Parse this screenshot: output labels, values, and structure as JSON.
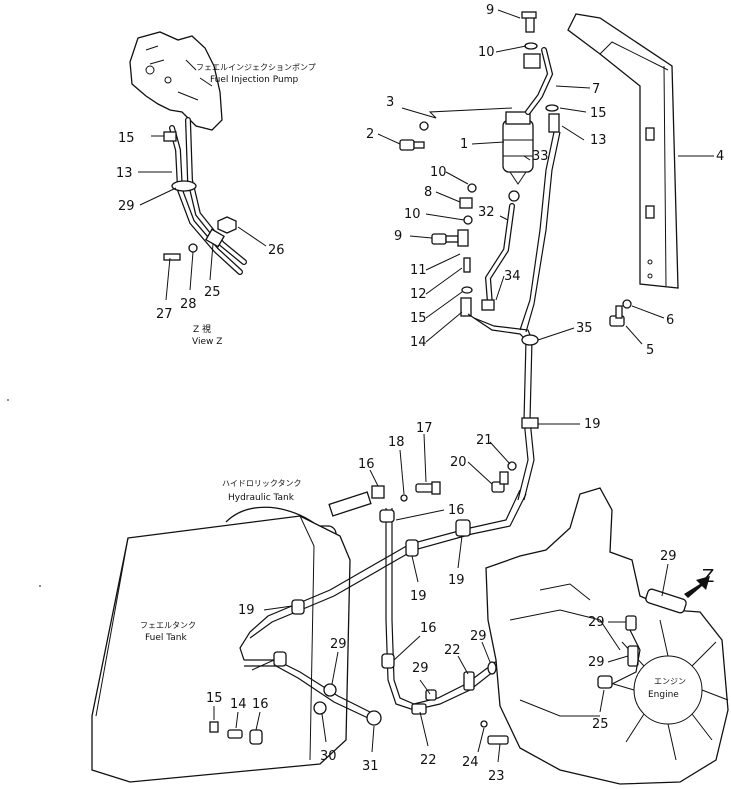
{
  "captions": {
    "fuel_injection_pump_jp": "フェエルインジェクションポンプ",
    "fuel_injection_pump_en": "Fuel Injection Pump",
    "view_z_jp": "Z 視",
    "view_z_en": "View Z",
    "hydraulic_tank_jp": "ハイドロリックタンク",
    "hydraulic_tank_en": "Hydraulic Tank",
    "fuel_tank_jp": "フェエルタンク",
    "fuel_tank_en": "Fuel Tank",
    "engine_jp": "エンジン",
    "engine_en": "Engine",
    "z_marker": "Z"
  },
  "callouts": {
    "c1": "1",
    "c2": "2",
    "c3": "3",
    "c4": "4",
    "c5": "5",
    "c6": "6",
    "c7": "7",
    "c8": "8",
    "c9a": "9",
    "c9b": "9",
    "c10a": "10",
    "c10b": "10",
    "c10c": "10",
    "c11": "11",
    "c12": "12",
    "c13a": "13",
    "c13b": "13",
    "c14a": "14",
    "c14b": "14",
    "c15a": "15",
    "c15b": "15",
    "c15c": "15",
    "c15d": "15",
    "c16a": "16",
    "c16b": "16",
    "c16c": "16",
    "c16d": "16",
    "c17": "17",
    "c18": "18",
    "c19a": "19",
    "c19b": "19",
    "c19c": "19",
    "c19d": "19",
    "c20": "20",
    "c21": "21",
    "c22a": "22",
    "c22b": "22",
    "c23": "23",
    "c24": "24",
    "c25a": "25",
    "c25b": "25",
    "c26": "26",
    "c27": "27",
    "c28": "28",
    "c29a": "29",
    "c29b": "29",
    "c29c": "29",
    "c29d": "29",
    "c29e": "29",
    "c29f": "29",
    "c29g": "29",
    "c30": "30",
    "c31": "31",
    "c32": "32",
    "c33": "33",
    "c34": "34",
    "c35": "35"
  }
}
